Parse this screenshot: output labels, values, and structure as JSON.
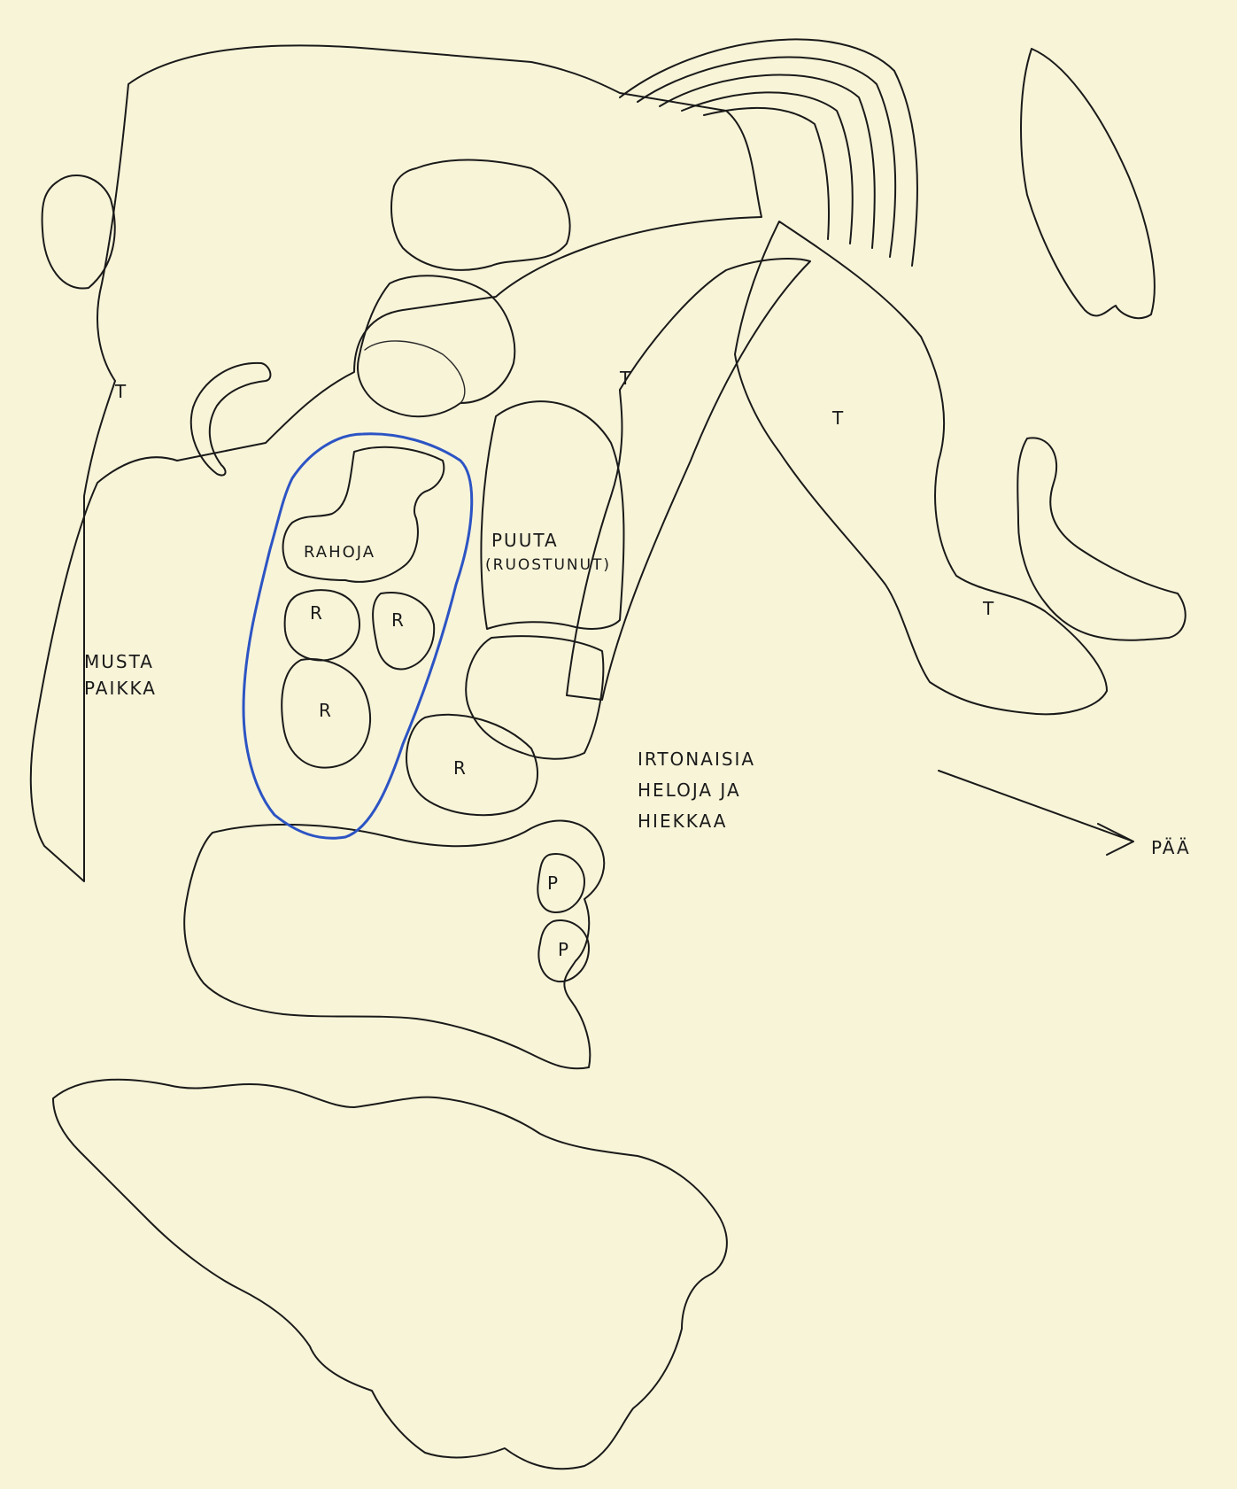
{
  "labels": {
    "rahoja": "RAHOJA",
    "puuta_line1": "PUUTA",
    "puuta_line2": "(RUOSTUNUT)",
    "musta_line1": "MUSTA",
    "musta_line2": "PAIKKA",
    "irtonaisia_line1": "IRTONAISIA",
    "irtonaisia_line2": "HELOJA JA",
    "irtonaisia_line3": "HIEKKAA",
    "direction": "PÄÄ",
    "r1": "R",
    "r2": "R",
    "r3": "R",
    "r4": "R",
    "p1": "P",
    "p2": "P",
    "t1": "T",
    "t2": "T",
    "t3": "T",
    "t4": "T"
  },
  "colors": {
    "paper": "#f8f4d8",
    "ink": "#1a1a1a",
    "highlight": "#2c54c4"
  }
}
